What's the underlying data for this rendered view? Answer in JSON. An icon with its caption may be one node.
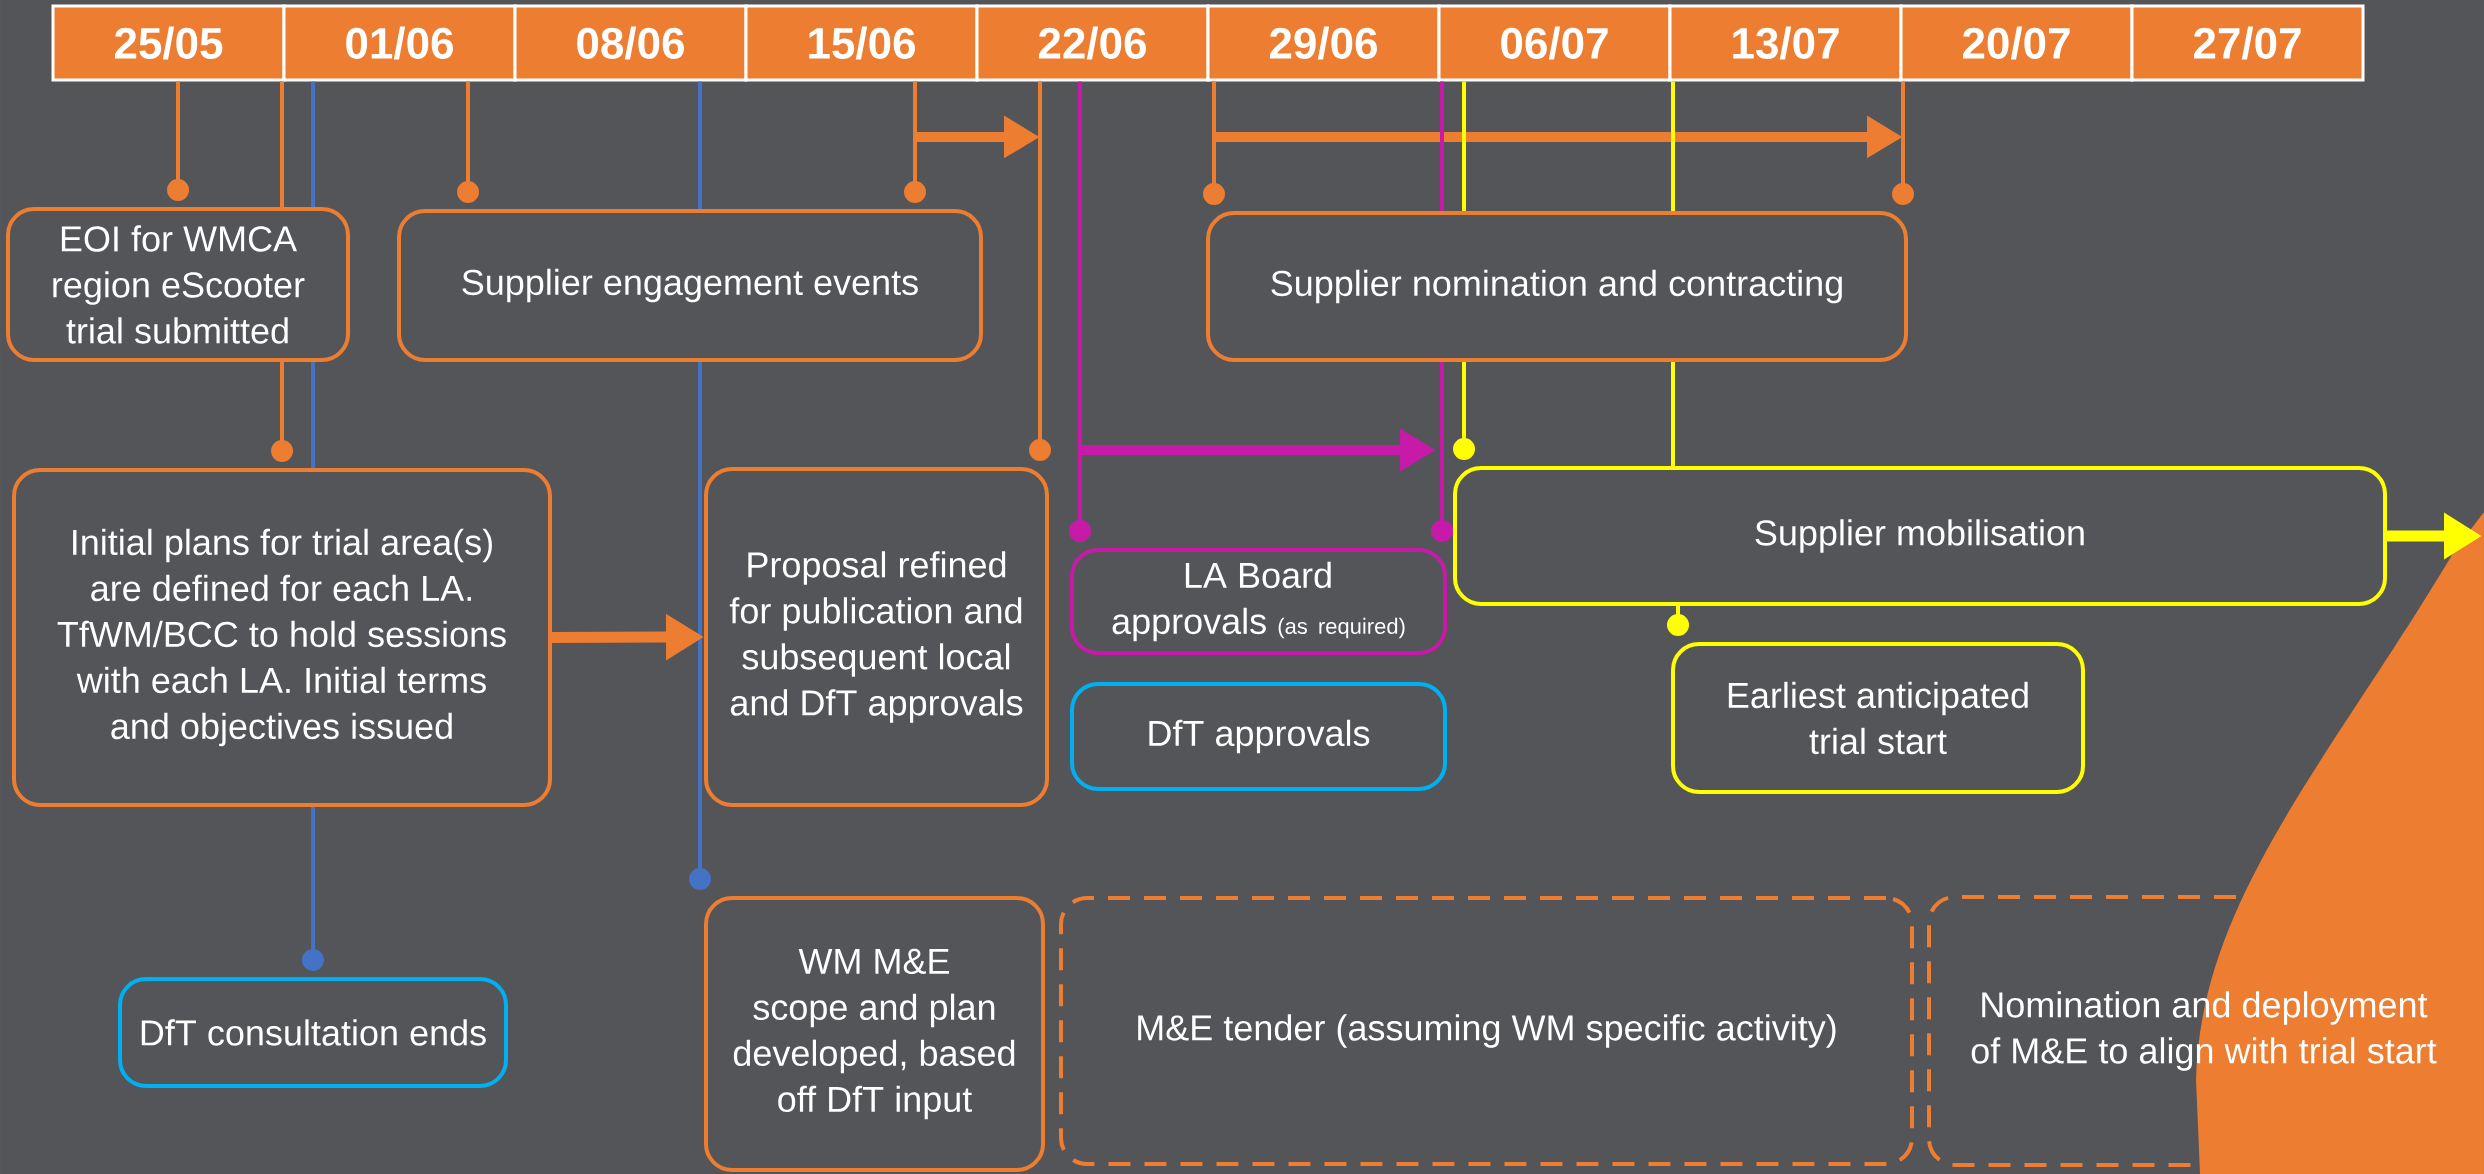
{
  "diagram": {
    "nodes": [
      {
        "text": [
          "25/05"
        ]
      },
      {
        "text": [
          "01/06"
        ]
      },
      {
        "text": [
          "08/06"
        ]
      },
      {
        "text": [
          "15/06"
        ]
      },
      {
        "text": [
          "22/06"
        ]
      },
      {
        "text": [
          "29/06"
        ]
      },
      {
        "text": [
          "06/07"
        ]
      },
      {
        "text": [
          "13/07"
        ]
      },
      {
        "text": [
          "20/07"
        ]
      },
      {
        "text": [
          "27/07"
        ]
      },
      {
        "text": [
          "EOI for WMCA region eScooter trial submitted"
        ]
      },
      {
        "text": [
          "Supplier engagement events"
        ]
      },
      {
        "text": [
          "Supplier nomination and contracting"
        ]
      },
      {
        "text": [
          "Initial plans for trial area(s) are defined for each LA. TfWM/BCC to hold sessions with each LA. Initial terms and objectives issued"
        ]
      },
      {
        "text": [
          "Proposal refined for publication and subsequent local and DfT approvals"
        ]
      },
      {
        "text": [
          "LA Board approvals",
          "(as required)"
        ]
      },
      {
        "text": [
          "Supplier mobilisation"
        ]
      },
      {
        "text": [
          "DfT approvals"
        ]
      },
      {
        "text": [
          "Earliest anticipated trial start"
        ]
      },
      {
        "text": [
          "DfT consultation ends"
        ]
      },
      {
        "text": [
          "WM M&E scope and plan developed, based off DfT input"
        ]
      },
      {
        "text": [
          "M&E tender (assuming WM specific activity)"
        ]
      },
      {
        "text": [
          "Nomination and deployment of M&E to align with trial start"
        ]
      }
    ],
    "edges": [
      {
        "from": 0,
        "to": 10,
        "arrow": "other"
      },
      {
        "from": 0,
        "to": 10,
        "arrow": "none"
      },
      {
        "from": 10,
        "to": 13,
        "arrow": "other"
      },
      {
        "from": 1,
        "to": 10,
        "arrow": "none",
        "color": "#4472c4"
      },
      {
        "from": 10,
        "to": 13,
        "arrow": "none",
        "color": "#4472c4"
      },
      {
        "from": 13,
        "to": 19,
        "arrow": "other",
        "color": "#4472c4"
      },
      {
        "from": 1,
        "to": 11,
        "arrow": "other"
      },
      {
        "from": 2,
        "to": 11,
        "arrow": "none",
        "color": "#4472c4"
      },
      {
        "from": 11,
        "to": 20,
        "arrow": "other",
        "color": "#4472c4"
      },
      {
        "from": 3,
        "to": 11,
        "arrow": "other"
      },
      {
        "from": 4,
        "to": 14,
        "arrow": "other"
      },
      {
        "from": 5,
        "to": 12,
        "arrow": "other"
      },
      {
        "from": 8,
        "to": 12,
        "arrow": "other"
      },
      {
        "from": 4,
        "to": 15,
        "arrow": "other",
        "color": "#c71aa8"
      },
      {
        "from": 6,
        "to": 12,
        "arrow": "none",
        "color": "#c71aa8"
      },
      {
        "from": 12,
        "to": 15,
        "arrow": "other",
        "color": "#c71aa8"
      },
      {
        "from": 6,
        "to": 12,
        "arrow": "none",
        "color": "#ffff00"
      },
      {
        "from": 12,
        "to": 16,
        "arrow": "other",
        "color": "#ffff00"
      },
      {
        "from": 7,
        "to": 12,
        "arrow": "none",
        "color": "#ffff00"
      },
      {
        "from": 12,
        "to": 16,
        "arrow": "none",
        "color": "#ffff00"
      },
      {
        "from": 16,
        "to": 18,
        "arrow": "other",
        "color": "#ffff00"
      },
      {
        "from": 13,
        "to": 14,
        "arrow": "to",
        "style": "thick"
      },
      {
        "from": 16,
        "to": null,
        "arrow": "to",
        "style": "thick",
        "color": "#ffff00"
      }
    ]
  }
}
